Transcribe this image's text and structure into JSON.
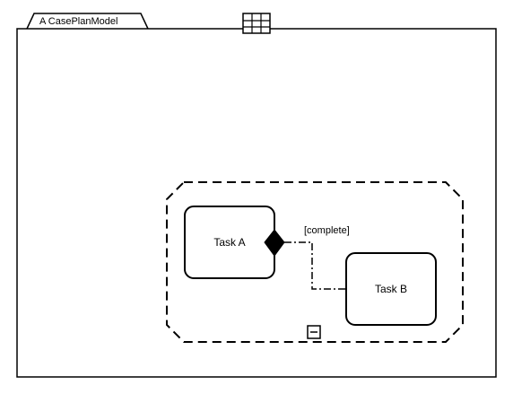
{
  "case_plan_model": {
    "label": "A CasePlanModel"
  },
  "stage": {},
  "tasks": [
    {
      "label": "Task A"
    },
    {
      "label": "Task B"
    }
  ],
  "connector": {
    "condition_label": "[complete]"
  },
  "colors": {
    "stroke": "#000000",
    "background": "#ffffff"
  },
  "icons": {
    "planning_table": "planning-table-icon",
    "collapse": "collapse-minus-icon",
    "sentry": "exit-criterion-diamond-icon"
  }
}
